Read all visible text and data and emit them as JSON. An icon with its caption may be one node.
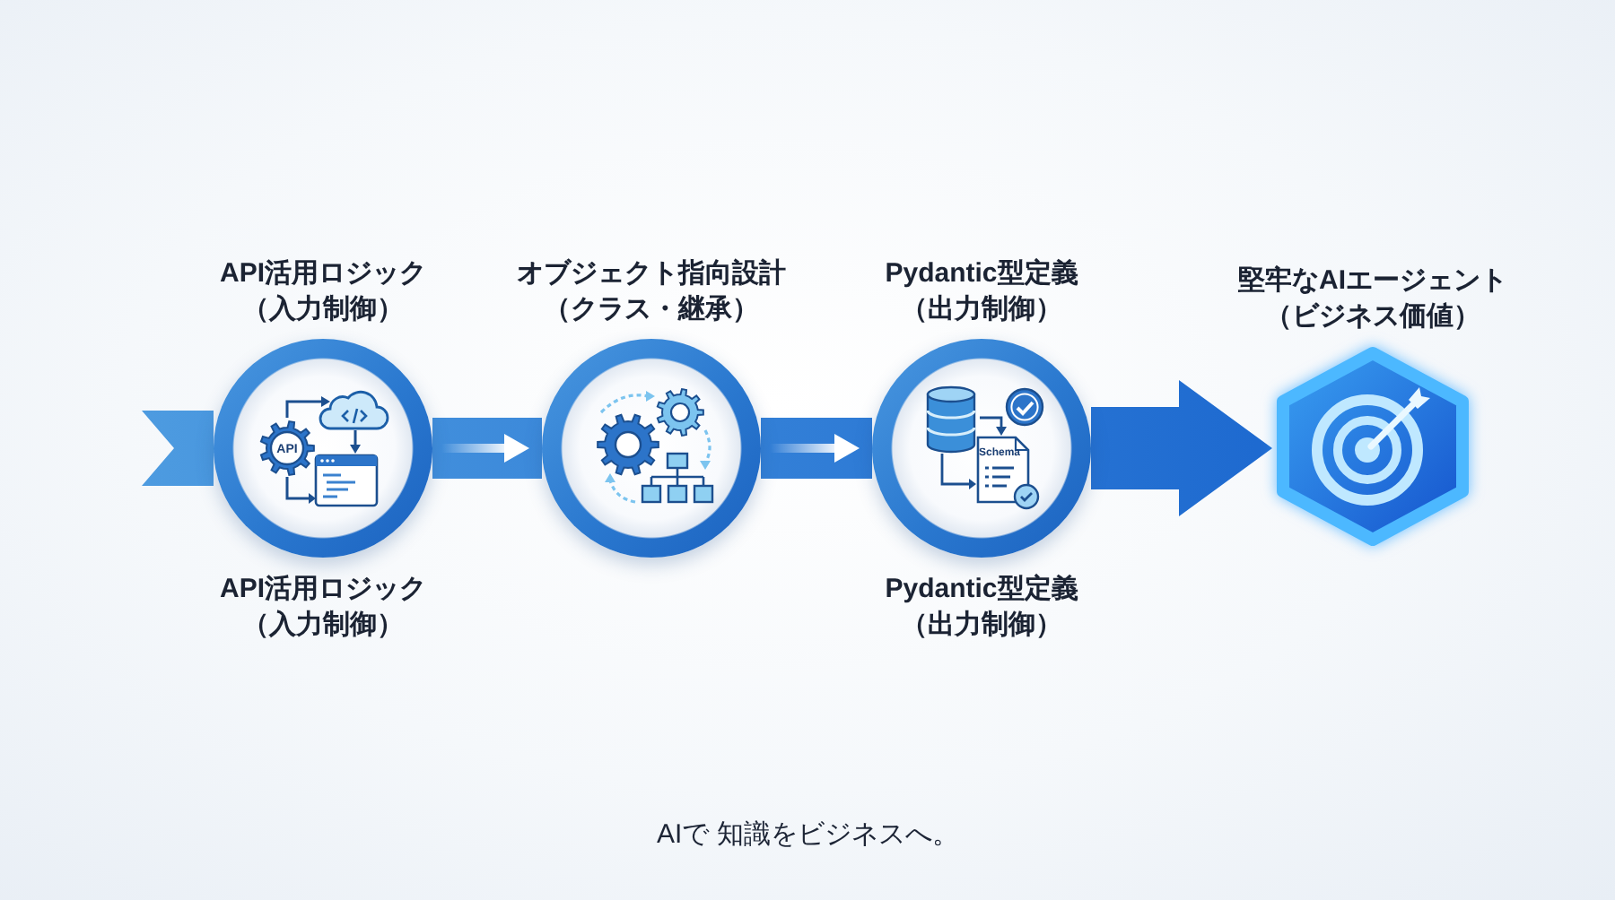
{
  "diagram": {
    "nodes": [
      {
        "text": [
          "API活用ロジック（入力制御）"
        ],
        "beside": [
          "API活用ロジック（入力制御）"
        ]
      },
      {
        "text": [
          "オブジェクト指向設計（クラス・継承）"
        ]
      },
      {
        "text": [
          "Pydantic型定義（出力制御）"
        ],
        "beside": [
          "Pydantic型定義（出力制御）"
        ]
      },
      {
        "text": [
          "堅牢なAIエージェント（ビジネス価値）"
        ]
      }
    ],
    "edges": [
      {
        "from": null,
        "to": 0,
        "arrow": "none"
      },
      {
        "from": 0,
        "to": 1,
        "arrow": "to"
      },
      {
        "from": 1,
        "to": 2,
        "arrow": "to"
      },
      {
        "from": 2,
        "to": 3,
        "arrow": "to"
      }
    ],
    "labels": [
      "API",
      "Schema",
      "AIで 知識をビジネスへ。"
    ]
  }
}
